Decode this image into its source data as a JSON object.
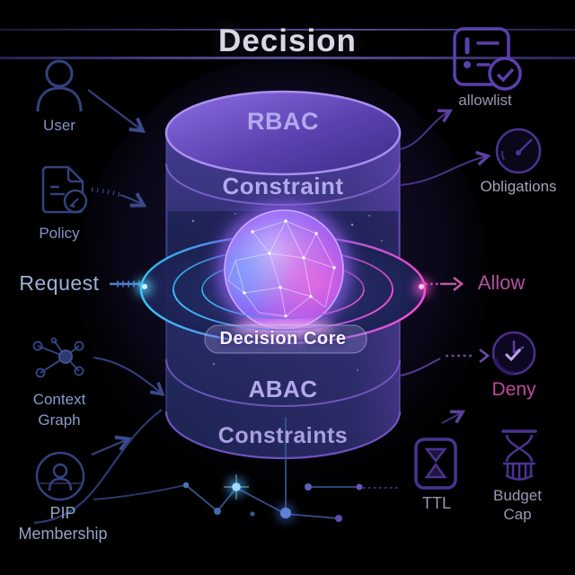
{
  "title": "Decision",
  "cylinder": {
    "rbac": "RBAC",
    "constraint": "Constraint",
    "core": "Decision Core",
    "abac": "ABAC",
    "constraints": "Constraints"
  },
  "left": {
    "user": "User",
    "policy": "Policy",
    "request": "Request",
    "context_graph": {
      "line1": "Context",
      "line2": "Graph"
    },
    "pip": {
      "line1": "PIP",
      "line2": "Membership"
    }
  },
  "right": {
    "allowlist": "allowlist",
    "obligations": "Obligations",
    "allow": "Allow",
    "deny": "Deny",
    "ttl": "TTL",
    "budget_cap": {
      "line1": "Budget",
      "line2": "Cap"
    }
  },
  "icons": {
    "user": "user-icon",
    "policy": "policy-document-icon",
    "context_graph": "graph-nodes-icon",
    "pip": "globe-member-icon",
    "allowlist": "checklist-check-icon",
    "obligations": "gauge-icon",
    "deny": "clock-deny-icon",
    "ttl": "hourglass-ttl-icon",
    "budget_cap": "hourglass-coins-icon",
    "core": "network-sphere"
  },
  "colors": {
    "background": "#000000",
    "title_text": "#d6d8e6",
    "rule_purple": "#52478e",
    "left_icon": "#33427e",
    "left_label": "#8494c6",
    "request_label": "#9db0d8",
    "right_icon": "#4b3392",
    "right_label": "#9d9cb4",
    "allow_pink": "#c058a8",
    "deny_pink": "#c04fa4",
    "layer_label": "#b3a9ee",
    "core_label": "#f4f1ff",
    "ring_cyan": "#35c8ff",
    "ring_magenta": "#ff4fd4"
  }
}
